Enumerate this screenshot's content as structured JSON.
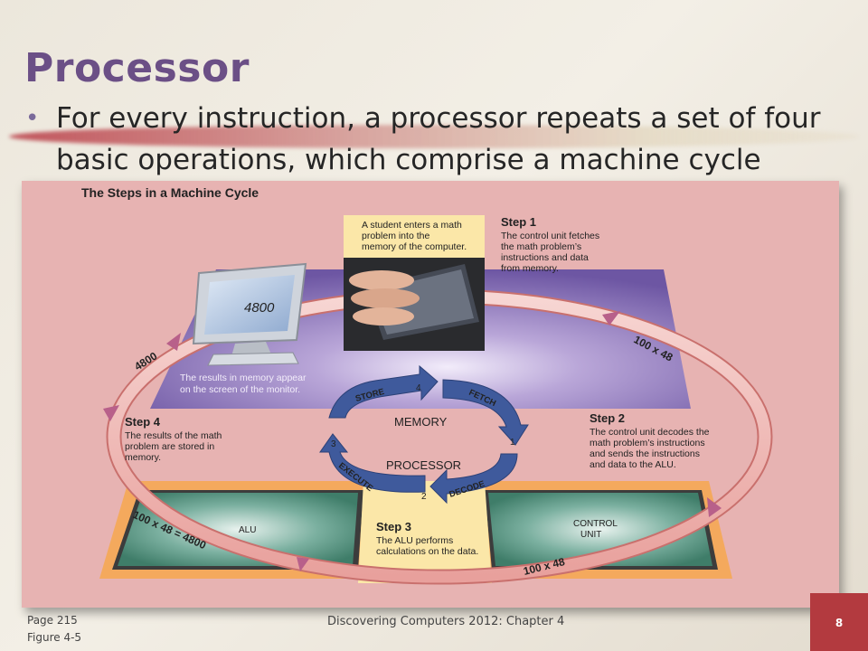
{
  "slide": {
    "title": "Processor",
    "bullet": "For every instruction, a processor repeats a set of four basic operations, which comprise a machine cycle"
  },
  "figure": {
    "heading": "The Steps in a Machine Cycle",
    "monitor_value": "4800",
    "student_caption": [
      "A student enters a math",
      "problem into the",
      "memory of the computer."
    ],
    "results_caption": [
      "The results in memory appear",
      "on the screen of the monitor."
    ],
    "steps": [
      {
        "title": "Step 1",
        "lines": [
          "The control unit fetches",
          "the math problem’s",
          "instructions and data",
          "from memory."
        ]
      },
      {
        "title": "Step 2",
        "lines": [
          "The control unit decodes the",
          "math problem’s instructions",
          "and sends the instructions",
          "and data to the ALU."
        ]
      },
      {
        "title": "Step 3",
        "lines": [
          "The ALU performs",
          "calculations on the data."
        ]
      },
      {
        "title": "Step 4",
        "lines": [
          "The results of the math",
          "problem are stored in",
          "memory."
        ]
      }
    ],
    "cycle": {
      "memory_label": "MEMORY",
      "processor_label": "PROCESSOR",
      "arrows": [
        {
          "label": "FETCH",
          "number": "1"
        },
        {
          "label": "DECODE",
          "number": "2"
        },
        {
          "label": "EXECUTE",
          "number": "3"
        },
        {
          "label": "STORE",
          "number": "4"
        }
      ]
    },
    "ring_labels": {
      "top_right": "100 x 48",
      "bottom_right": "100 x 48",
      "bottom_left": "100 x 48 = 4800",
      "top_left": "4800"
    },
    "alu_label": "ALU",
    "control_unit_label": [
      "CONTROL",
      "UNIT"
    ]
  },
  "footer": {
    "page_ref": "Page 215",
    "figure_ref": "Figure 4-5",
    "center": "Discovering Computers 2012: Chapter 4",
    "page_number": "8"
  },
  "colors": {
    "title": "#6b4f86",
    "accent_red": "#b33a3f",
    "figure_bg": "#e7b3b2",
    "purple_panel": "#7d64ad",
    "cycle_blue": "#3f5a9c",
    "orange_board": "#f4a95d",
    "green_chip": "#4f8c78"
  }
}
